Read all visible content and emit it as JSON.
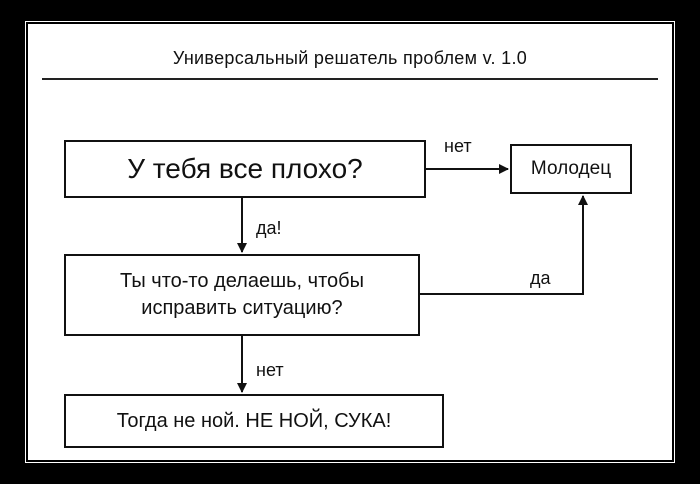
{
  "title": "Универсальный решатель проблем v. 1.0",
  "nodes": {
    "q1": "У тебя все плохо?",
    "good": "Молодец",
    "q2": "Ты что-то делаешь, чтобы исправить ситуацию?",
    "end": "Тогда не ной. НЕ НОЙ, СУКА!"
  },
  "edges": {
    "q1_to_good": "нет",
    "q1_to_q2": "да!",
    "q2_to_good": "да",
    "q2_to_end": "нет"
  }
}
